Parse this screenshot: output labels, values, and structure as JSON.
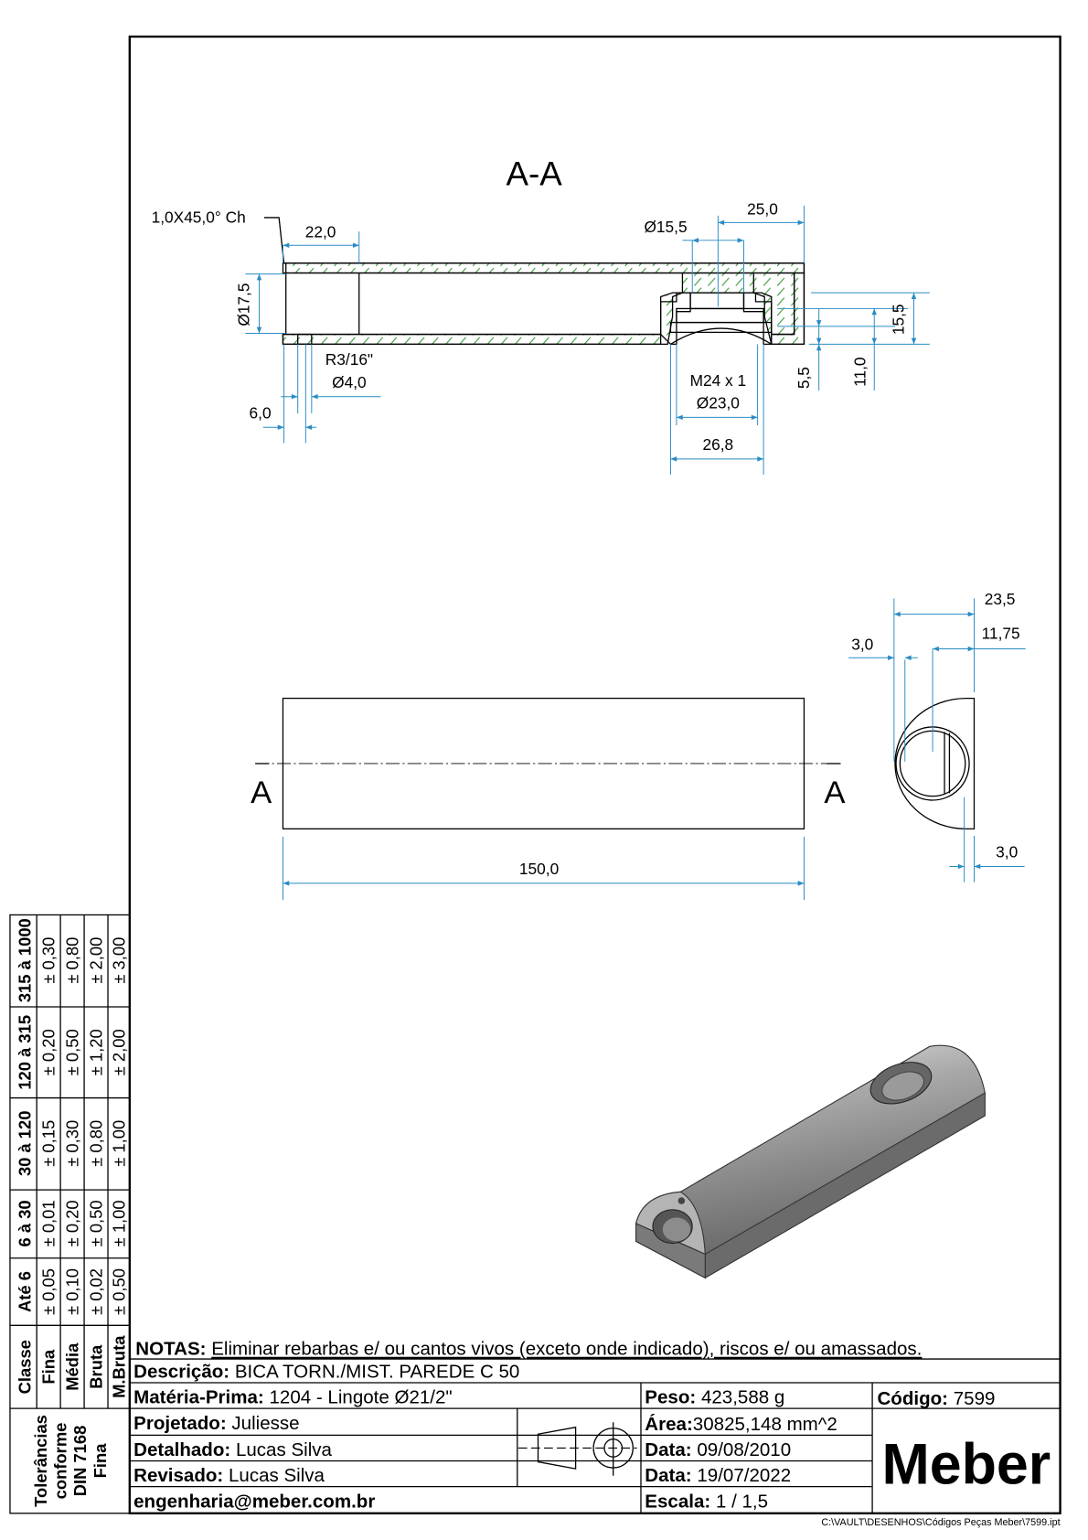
{
  "section_view": {
    "title": "A-A",
    "chamfer_note": "1,0X45,0° Ch",
    "dims": {
      "d22": "22,0",
      "d17_5": "Ø17,5",
      "r3_16": "R3/16\"",
      "d4": "Ø4,0",
      "d6": "6,0",
      "d15_5": "Ø15,5",
      "d25": "25,0",
      "m24": "M24 x 1",
      "d23": "Ø23,0",
      "d26_8": "26,8",
      "d5_5": "5,5",
      "d11": "11,0",
      "d15_5h": "15,5"
    }
  },
  "front_view": {
    "section_label_left": "A",
    "section_label_right": "A",
    "length": "150,0"
  },
  "side_view": {
    "d23_5": "23,5",
    "d11_75": "11,75",
    "d3_left": "3,0",
    "d3_bottom": "3,0"
  },
  "tolerance_table": {
    "title_lines": [
      "Tolerâncias",
      "conforme",
      "DIN 7168",
      "Fina"
    ],
    "header": [
      "Classe",
      "Até 6",
      "6 à 30",
      "30 à 120",
      "120 à 315",
      "315 à 1000"
    ],
    "rows": [
      {
        "class": "Fina",
        "values": [
          "± 0,05",
          "± 0,01",
          "± 0,15",
          "± 0,20",
          "± 0,30"
        ]
      },
      {
        "class": "Média",
        "values": [
          "± 0,10",
          "± 0,20",
          "± 0,30",
          "± 0,50",
          "± 0,80"
        ]
      },
      {
        "class": "Bruta",
        "values": [
          "± 0,02",
          "± 0,50",
          "± 0,80",
          "± 1,20",
          "± 2,00"
        ]
      },
      {
        "class": "M.Bruta",
        "values": [
          "± 0,50",
          "± 1,00",
          "± 1,00",
          "± 2,00",
          "± 3,00"
        ]
      }
    ]
  },
  "title_block": {
    "notes_label": "NOTAS:",
    "notes": "Eliminar rebarbas e/ ou cantos vivos (exceto onde indicado), riscos e/ ou amassados.",
    "description_label": "Descrição:",
    "description": "BICA TORN./MIST. PAREDE C 50",
    "material_label": "Matéria-Prima:",
    "material": "1204 - Lingote Ø21/2\"",
    "weight_label": "Peso:",
    "weight": "423,588 g",
    "code_label": "Código:",
    "code": "7599",
    "designed_label": "Projetado:",
    "designed": "Juliesse",
    "area_label": "Área:",
    "area": "30825,148 mm^2",
    "detailed_label": "Detalhado:",
    "detailed": "Lucas Silva",
    "date1_label": "Data:",
    "date1": "09/08/2010",
    "reviewed_label": "Revisado:",
    "reviewed": "Lucas Silva",
    "date2_label": "Data:",
    "date2": "19/07/2022",
    "email": "engenharia@meber.com.br",
    "scale_label": "Escala:",
    "scale": "1 / 1,5",
    "logo": "Meber",
    "file_path": "C:\\VAULT\\DESENHOS\\Códigos Peças Meber\\7599.ipt"
  },
  "colors": {
    "dimension": "#2a8cc4",
    "hatch": "#3a9a3a"
  }
}
